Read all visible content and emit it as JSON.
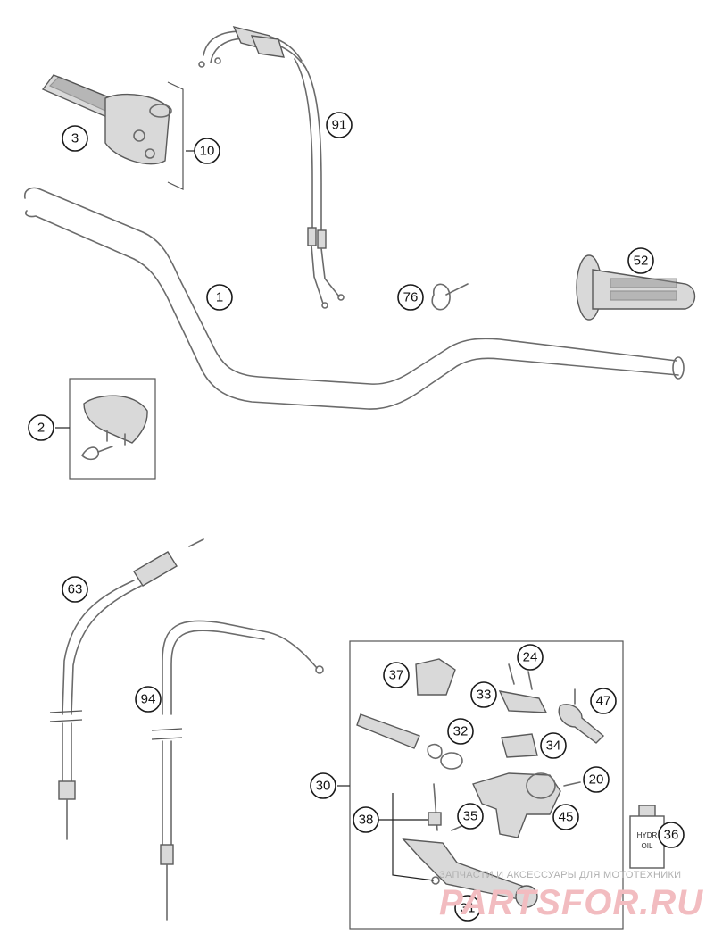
{
  "callouts": {
    "c1": "1",
    "c2": "2",
    "c3": "3",
    "c10": "10",
    "c20": "20",
    "c24": "24",
    "c30": "30",
    "c31": "31",
    "c32": "32",
    "c33": "33",
    "c34": "34",
    "c35": "35",
    "c36": "36",
    "c37": "37",
    "c38": "38",
    "c45": "45",
    "c47": "47",
    "c52": "52",
    "c63": "63",
    "c76": "76",
    "c91": "91",
    "c94": "94"
  },
  "bottle_label": {
    "line1": "HYDR",
    "line2": "OIL"
  },
  "watermark": {
    "tagline": "ЗАПЧАСТИ И АКСЕССУАРЫ ДЛЯ МОТОТЕХНИКИ",
    "brand": "PARTSFOR.RU"
  },
  "colors": {
    "line": "#6b6b6b",
    "callout_stroke": "#1a1a1a",
    "watermark_brand": "#f2bcc0",
    "watermark_tag": "#b0b0b0"
  }
}
